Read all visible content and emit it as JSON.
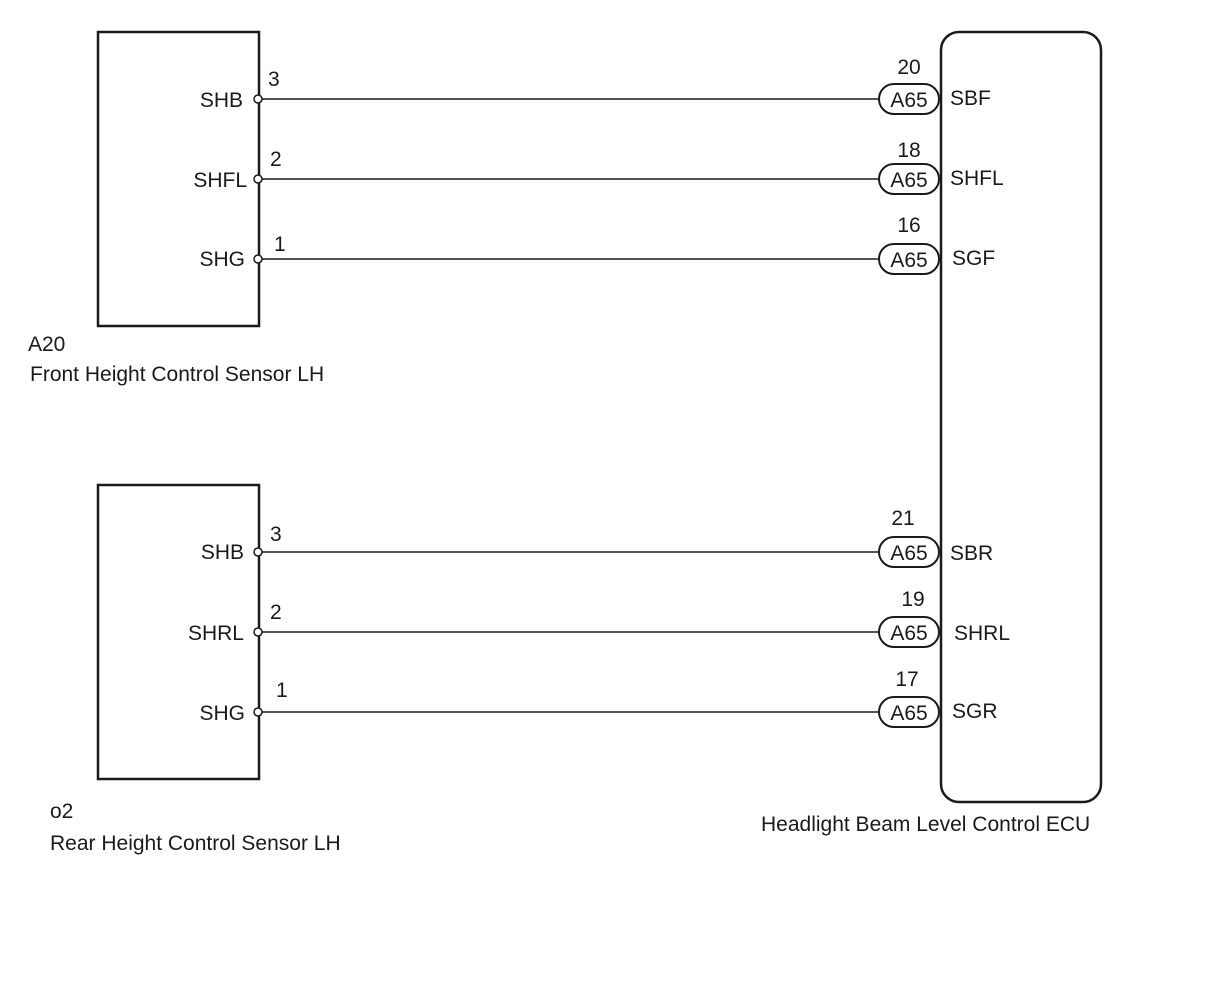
{
  "components": {
    "front_sensor": {
      "code": "A20",
      "name": "Front Height Control Sensor LH",
      "pins": [
        {
          "number": "3",
          "label": "SHB"
        },
        {
          "number": "2",
          "label": "SHFL"
        },
        {
          "number": "1",
          "label": "SHG"
        }
      ]
    },
    "rear_sensor": {
      "code": "o2",
      "name": "Rear Height Control Sensor LH",
      "pins": [
        {
          "number": "3",
          "label": "SHB"
        },
        {
          "number": "2",
          "label": "SHRL"
        },
        {
          "number": "1",
          "label": "SHG"
        }
      ]
    },
    "ecu": {
      "name": "Headlight Beam Level Control ECU",
      "connector": "A65",
      "pins": [
        {
          "number": "20",
          "label": "SBF"
        },
        {
          "number": "18",
          "label": "SHFL"
        },
        {
          "number": "16",
          "label": "SGF"
        },
        {
          "number": "21",
          "label": "SBR"
        },
        {
          "number": "19",
          "label": "SHRL"
        },
        {
          "number": "17",
          "label": "SGR"
        }
      ]
    }
  }
}
